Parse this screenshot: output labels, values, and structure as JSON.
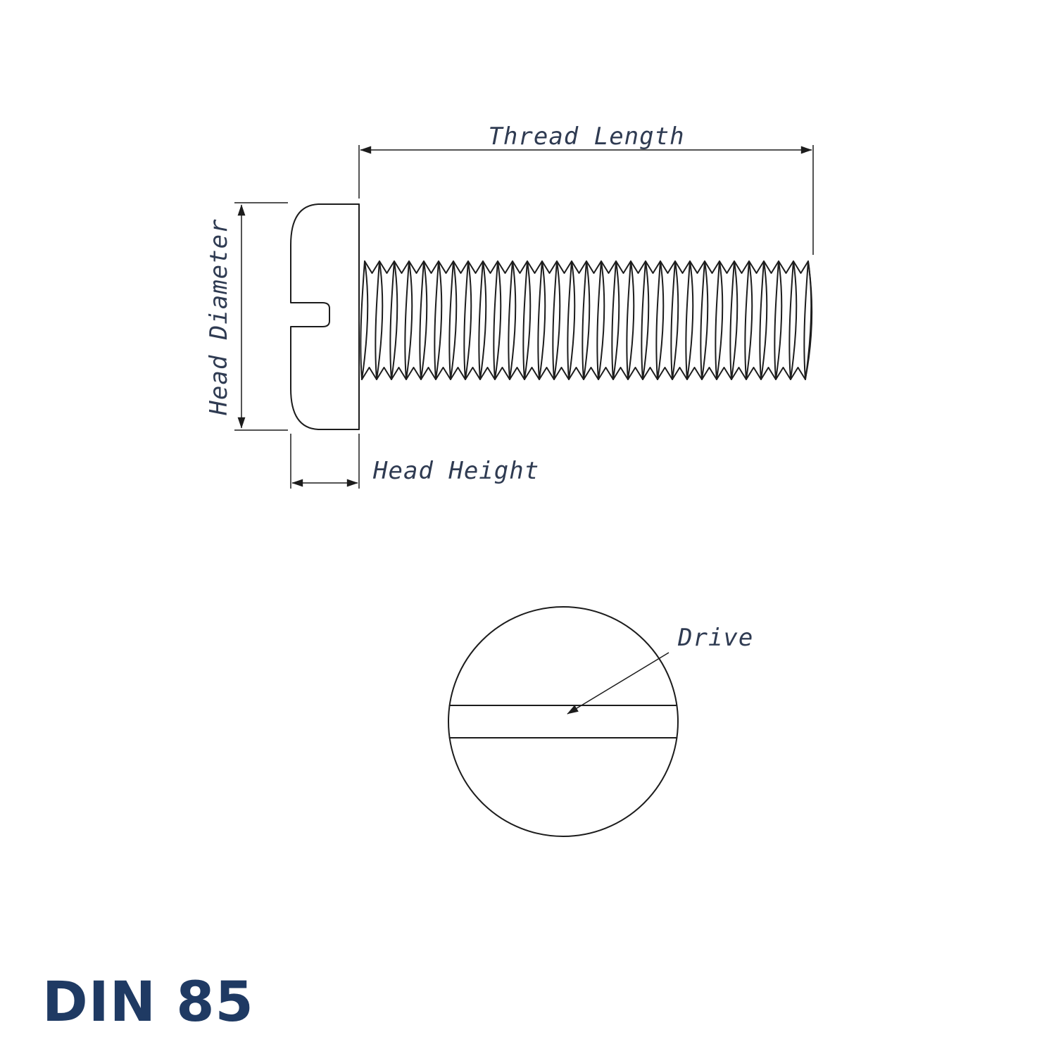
{
  "colors": {
    "line": "#1c1c1c",
    "label": "#2f3b52",
    "title": "#1f3a63",
    "background": "#ffffff"
  },
  "dimensions": {
    "thread_length_label": "Thread Length",
    "head_diameter_label": "Head Diameter",
    "head_height_label": "Head Height",
    "drive_label": "Drive"
  },
  "title": "DIN 85"
}
